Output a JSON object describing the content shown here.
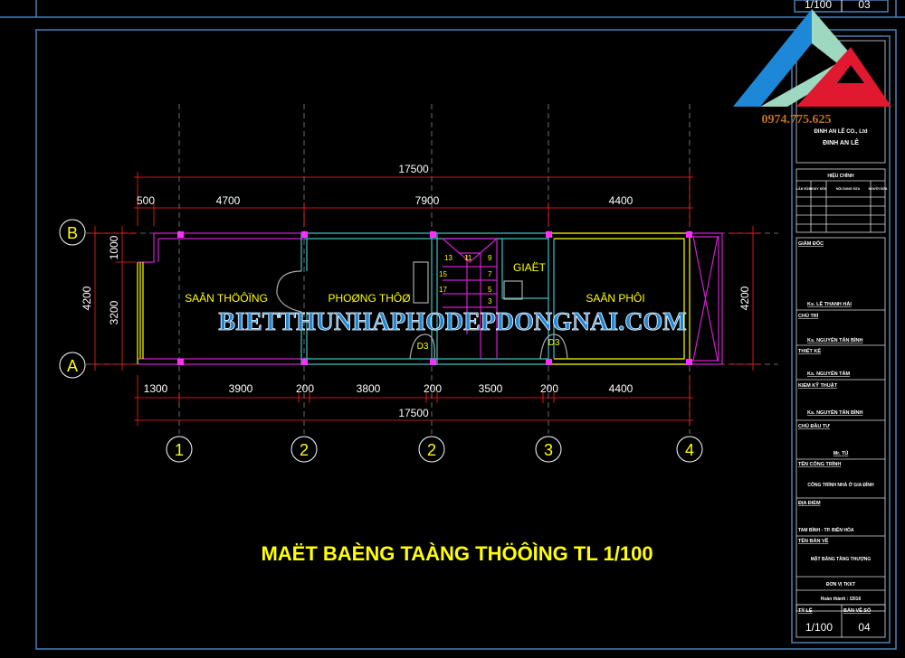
{
  "drawing": {
    "title": "MAËT BAÈNG TAÀNG THÖÔÌNG TL 1/100",
    "watermark": "BIETTHUNHAPHODEPDONGNAI.COM",
    "phone": "0974.775.625",
    "prev_sheet": {
      "scale": "1/100",
      "number": "03"
    }
  },
  "dimensions": {
    "top_total": "17500",
    "top_segments": [
      "500",
      "4700",
      "7900",
      "4400"
    ],
    "bottom_segments": [
      "1300",
      "3900",
      "200",
      "3800",
      "200",
      "3500",
      "200",
      "4400"
    ],
    "bottom_total": "17500",
    "left": [
      "1000",
      "3200",
      "4200"
    ],
    "right": "4200"
  },
  "grid": {
    "rows": [
      "B",
      "A"
    ],
    "columns": [
      "1",
      "2",
      "2",
      "3",
      "4"
    ]
  },
  "rooms": {
    "front_yard": "SAÂN THÖÔÏNG",
    "living": "PHOØNG THÔØ",
    "laundry": "GIAËT",
    "drying_yard": "SAÂN PHÔI",
    "door_1": "D3",
    "door_2": "D3",
    "stairs": [
      "13",
      "11",
      "9",
      "15",
      "7",
      "17",
      "5",
      "3"
    ]
  },
  "title_block": {
    "company": "ĐINH AN LÊ CO., Ltd",
    "company_name": "ĐINH AN LÊ",
    "revision_header": "HIỆU CHỈNH",
    "revision_cols": [
      "LẦN SỬA",
      "NGÀY SỬA",
      "NỘI DUNG SỬA",
      "NGƯỜI SỬA"
    ],
    "roles": [
      {
        "label": "GIÁM ĐỐC",
        "name": "Ks. LÊ THANH HẢI"
      },
      {
        "label": "CHỦ TRÌ",
        "name": "Ks. NGUYỄN TẤN BÌNH"
      },
      {
        "label": "THIẾT KẾ",
        "name": "Ks. NGUYỄN TÂM"
      },
      {
        "label": "KIỂM KỸ THUẬT",
        "name": "Ks. NGUYỄN TẤN BÌNH"
      }
    ],
    "owner_label": "CHỦ ĐẦU TƯ",
    "owner": "Mr. TÚ",
    "project_label": "TÊN CÔNG TRÌNH",
    "project": "CÔNG TRÌNH NHÀ Ở GIA ĐÌNH",
    "location_label": "ĐỊA ĐIỂM",
    "location": "TAM BÌNH - TP. BIÊN HÒA",
    "sheet_label": "TÊN BẢN VẼ",
    "sheet_name": "MẶT BẰNG TẦNG THƯỢNG",
    "unit": "ĐƠN VỊ TKKT",
    "date": "Hoàn thành : /2016",
    "scale_label": "TỶ LỆ",
    "scale": "1/100",
    "number_label": "BẢN VẼ SỐ",
    "number": "04"
  },
  "colors": {
    "frame": "#4a7fb5",
    "dim": "#ff2020",
    "wall": "#d020d0",
    "cyan": "#40c0c0",
    "yellow": "#ffff00",
    "watermark": "#1e88d8"
  }
}
